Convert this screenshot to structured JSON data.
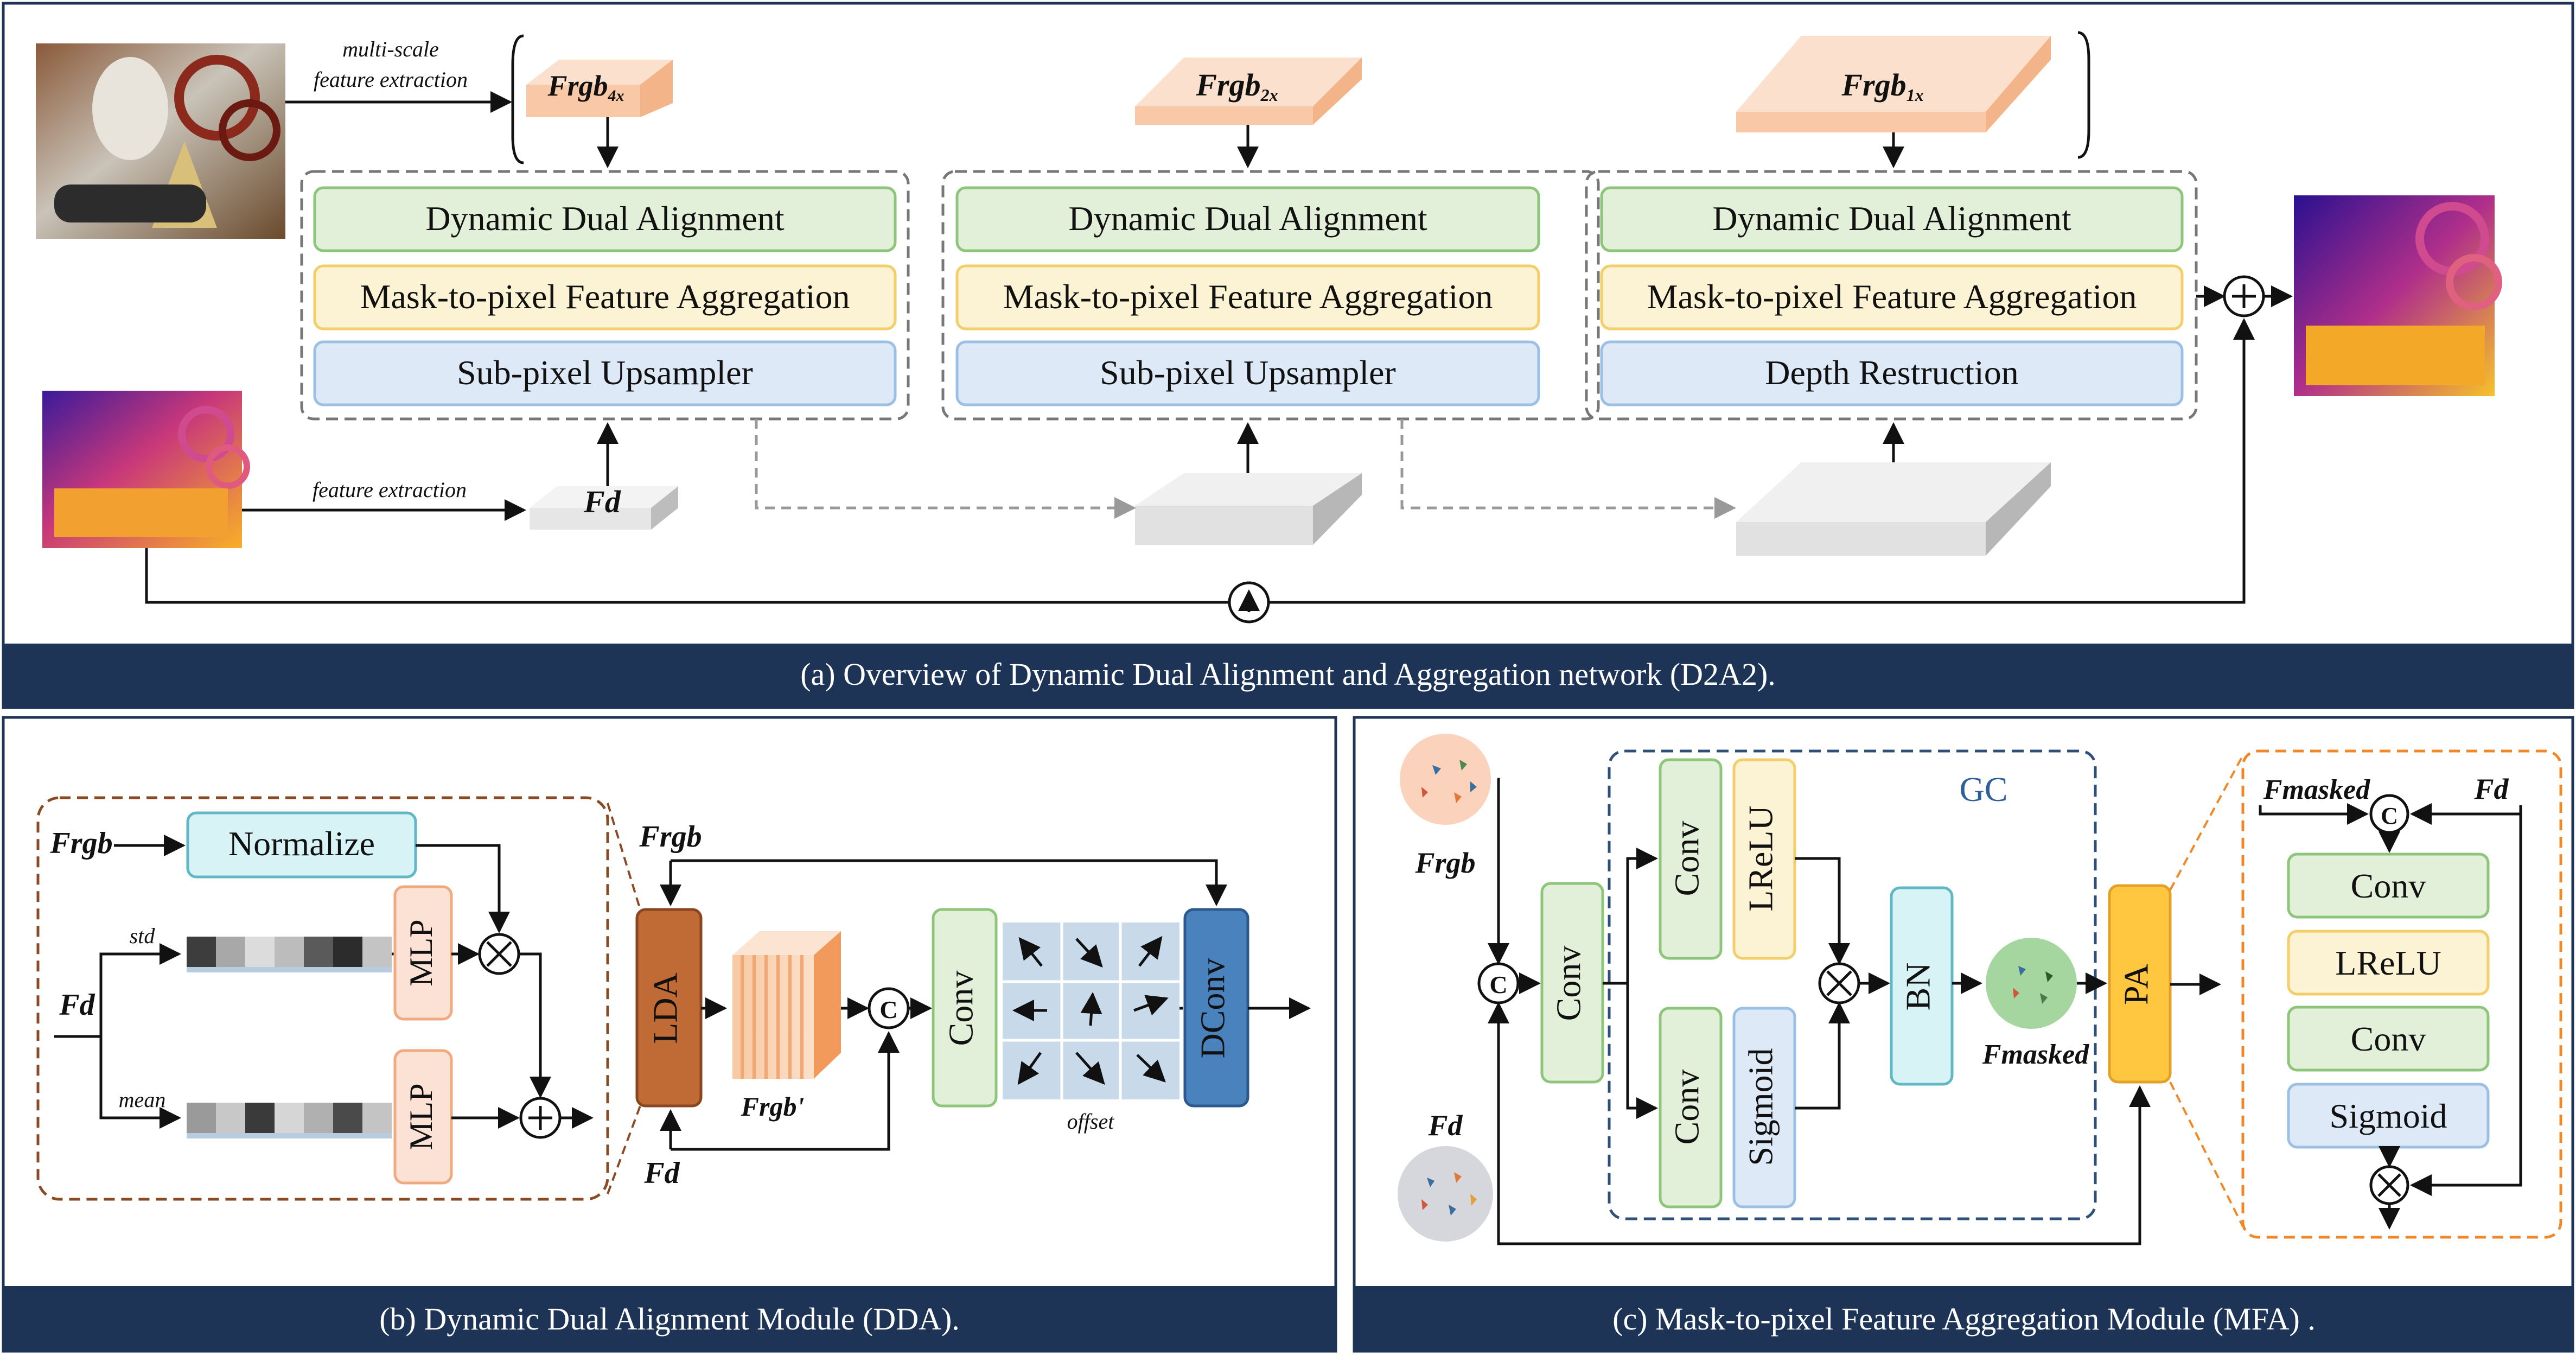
{
  "panels": {
    "a": {
      "caption": "(a)  Overview of Dynamic Dual Alignment and Aggregation network (D2A2).",
      "label_multi_scale_1": "multi-scale",
      "label_multi_scale_2": "feature extraction",
      "label_feature_extraction": "feature extraction",
      "frgb_base": "Frgb",
      "frgb_4x_sub": "4x",
      "frgb_2x_sub": "2x",
      "frgb_1x_sub": "1x",
      "fd_label": "Fd",
      "stage1": {
        "row1": "Dynamic Dual Alignment",
        "row2": "Mask-to-pixel Feature Aggregation",
        "row3": "Sub-pixel Upsampler"
      },
      "stage2": {
        "row1": "Dynamic Dual Alignment",
        "row2": "Mask-to-pixel Feature Aggregation",
        "row3": "Sub-pixel Upsampler"
      },
      "stage3": {
        "row1": "Dynamic Dual Alignment",
        "row2": "Mask-to-pixel Feature Aggregation",
        "row3": "Depth Restruction"
      }
    },
    "b": {
      "caption": "(b)  Dynamic Dual Alignment Module (DDA).",
      "frgb_in": "Frgb",
      "fd_in": "Fd",
      "normalize": "Normalize",
      "std": "std",
      "mean": "mean",
      "mlp": "MLP",
      "frgb_top": "Frgb",
      "fd_bottom": "Fd",
      "lda": "LDA",
      "frgb_prime": "Frgb'",
      "concat": "C",
      "conv": "Conv",
      "offset": "offset",
      "dconv": "DConv"
    },
    "c": {
      "caption": "(c)   Mask-to-pixel Feature Aggregation Module (MFA) .",
      "frgb": "Frgb",
      "fd": "Fd",
      "concat": "C",
      "conv": "Conv",
      "lrelu": "LReLU",
      "sigmoid": "Sigmoid",
      "gc": "GC",
      "bn": "BN",
      "fmasked": "Fmasked",
      "pa": "PA",
      "pa_fmasked": "Fmasked",
      "pa_fd": "Fd",
      "pa_concat": "C",
      "pa_conv1": "Conv",
      "pa_lrelu": "LReLU",
      "pa_conv2": "Conv",
      "pa_sigmoid": "Sigmoid"
    }
  },
  "colors": {
    "green_box": "#e3f0d9",
    "green_border": "#8dc57a",
    "yellow_box": "#fcf2d4",
    "yellow_border": "#f2cf6a",
    "blue_box": "#dde9f6",
    "blue_border": "#9cc0e4",
    "caption_bar": "#1e3456",
    "peach": "#f9c9a7",
    "lda": "#c06a36",
    "dconv": "#4a82be",
    "pa": "#ffc640"
  }
}
